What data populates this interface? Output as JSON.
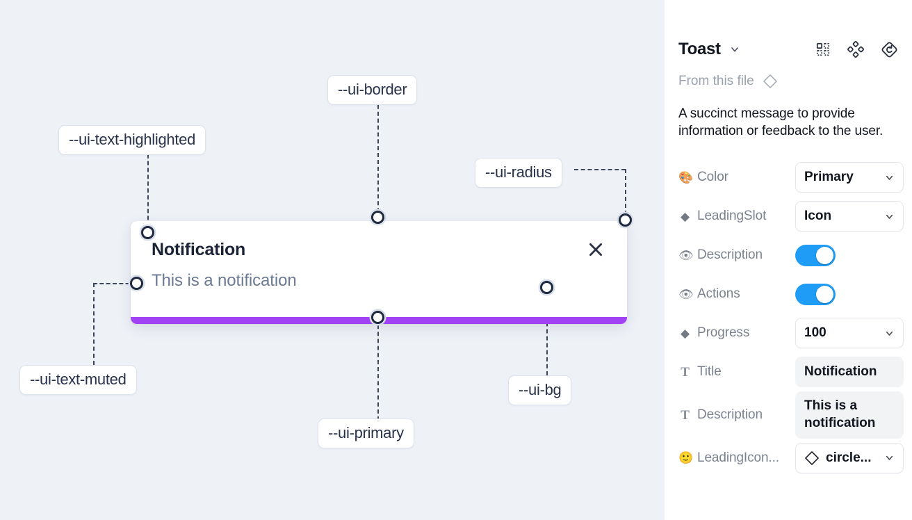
{
  "canvas": {
    "background_color": "#eef1f6",
    "toast": {
      "title": "Notification",
      "description": "This is a notification",
      "close_icon": "close-icon",
      "progress_color": "#a142f5",
      "background_color": "#ffffff"
    },
    "tokens": [
      {
        "id": "ui-text-highlighted",
        "label": "--ui-text-highlighted"
      },
      {
        "id": "ui-border",
        "label": "--ui-border"
      },
      {
        "id": "ui-radius",
        "label": "--ui-radius"
      },
      {
        "id": "ui-text-muted",
        "label": "--ui-text-muted"
      },
      {
        "id": "ui-primary",
        "label": "--ui-primary"
      },
      {
        "id": "ui-bg",
        "label": "--ui-bg"
      }
    ]
  },
  "panel": {
    "title": "Toast",
    "title_caret_icon": "chevron-down-icon",
    "header_icons": [
      {
        "name": "component-icon"
      },
      {
        "name": "component-set-icon"
      },
      {
        "name": "reset-instance-icon"
      }
    ],
    "from_file_label": "From this file",
    "from_file_icon": "diamond-icon",
    "component_description": "A succinct message to provide information or feedback to the user.",
    "properties": [
      {
        "icon": "palette-emoji",
        "icon_glyph": "🎨",
        "icon_kind": "emoji",
        "label": "Color",
        "control": "select",
        "value": "Primary"
      },
      {
        "icon": "diamond-icon",
        "icon_glyph": "◆",
        "icon_kind": "diamond",
        "label": "LeadingSlot",
        "control": "select",
        "value": "Icon"
      },
      {
        "icon": "eye-emoji",
        "icon_glyph": "👁",
        "icon_kind": "emoji",
        "label": "Description",
        "control": "toggle",
        "value": "on"
      },
      {
        "icon": "eye-emoji",
        "icon_glyph": "👁",
        "icon_kind": "emoji",
        "label": "Actions",
        "control": "toggle",
        "value": "on"
      },
      {
        "icon": "diamond-icon",
        "icon_glyph": "◆",
        "icon_kind": "diamond",
        "label": "Progress",
        "control": "select",
        "value": "100"
      },
      {
        "icon": "text-type-icon",
        "icon_glyph": "T",
        "icon_kind": "serif-t",
        "label": "Title",
        "control": "text",
        "value": "Notification"
      },
      {
        "icon": "text-type-icon",
        "icon_glyph": "T",
        "icon_kind": "serif-t",
        "label": "Description",
        "control": "text",
        "value": "This is a notification"
      },
      {
        "icon": "smiley-emoji",
        "icon_glyph": "🙂",
        "icon_kind": "emoji",
        "label": "LeadingIcon...",
        "control": "select-icon",
        "value": "circle..."
      }
    ]
  },
  "colors": {
    "accent_purple": "#a142f5",
    "toggle_on": "#1f9cf5",
    "canvas_bg": "#eef1f6",
    "panel_bg": "#ffffff",
    "connector": "#3b455c"
  }
}
